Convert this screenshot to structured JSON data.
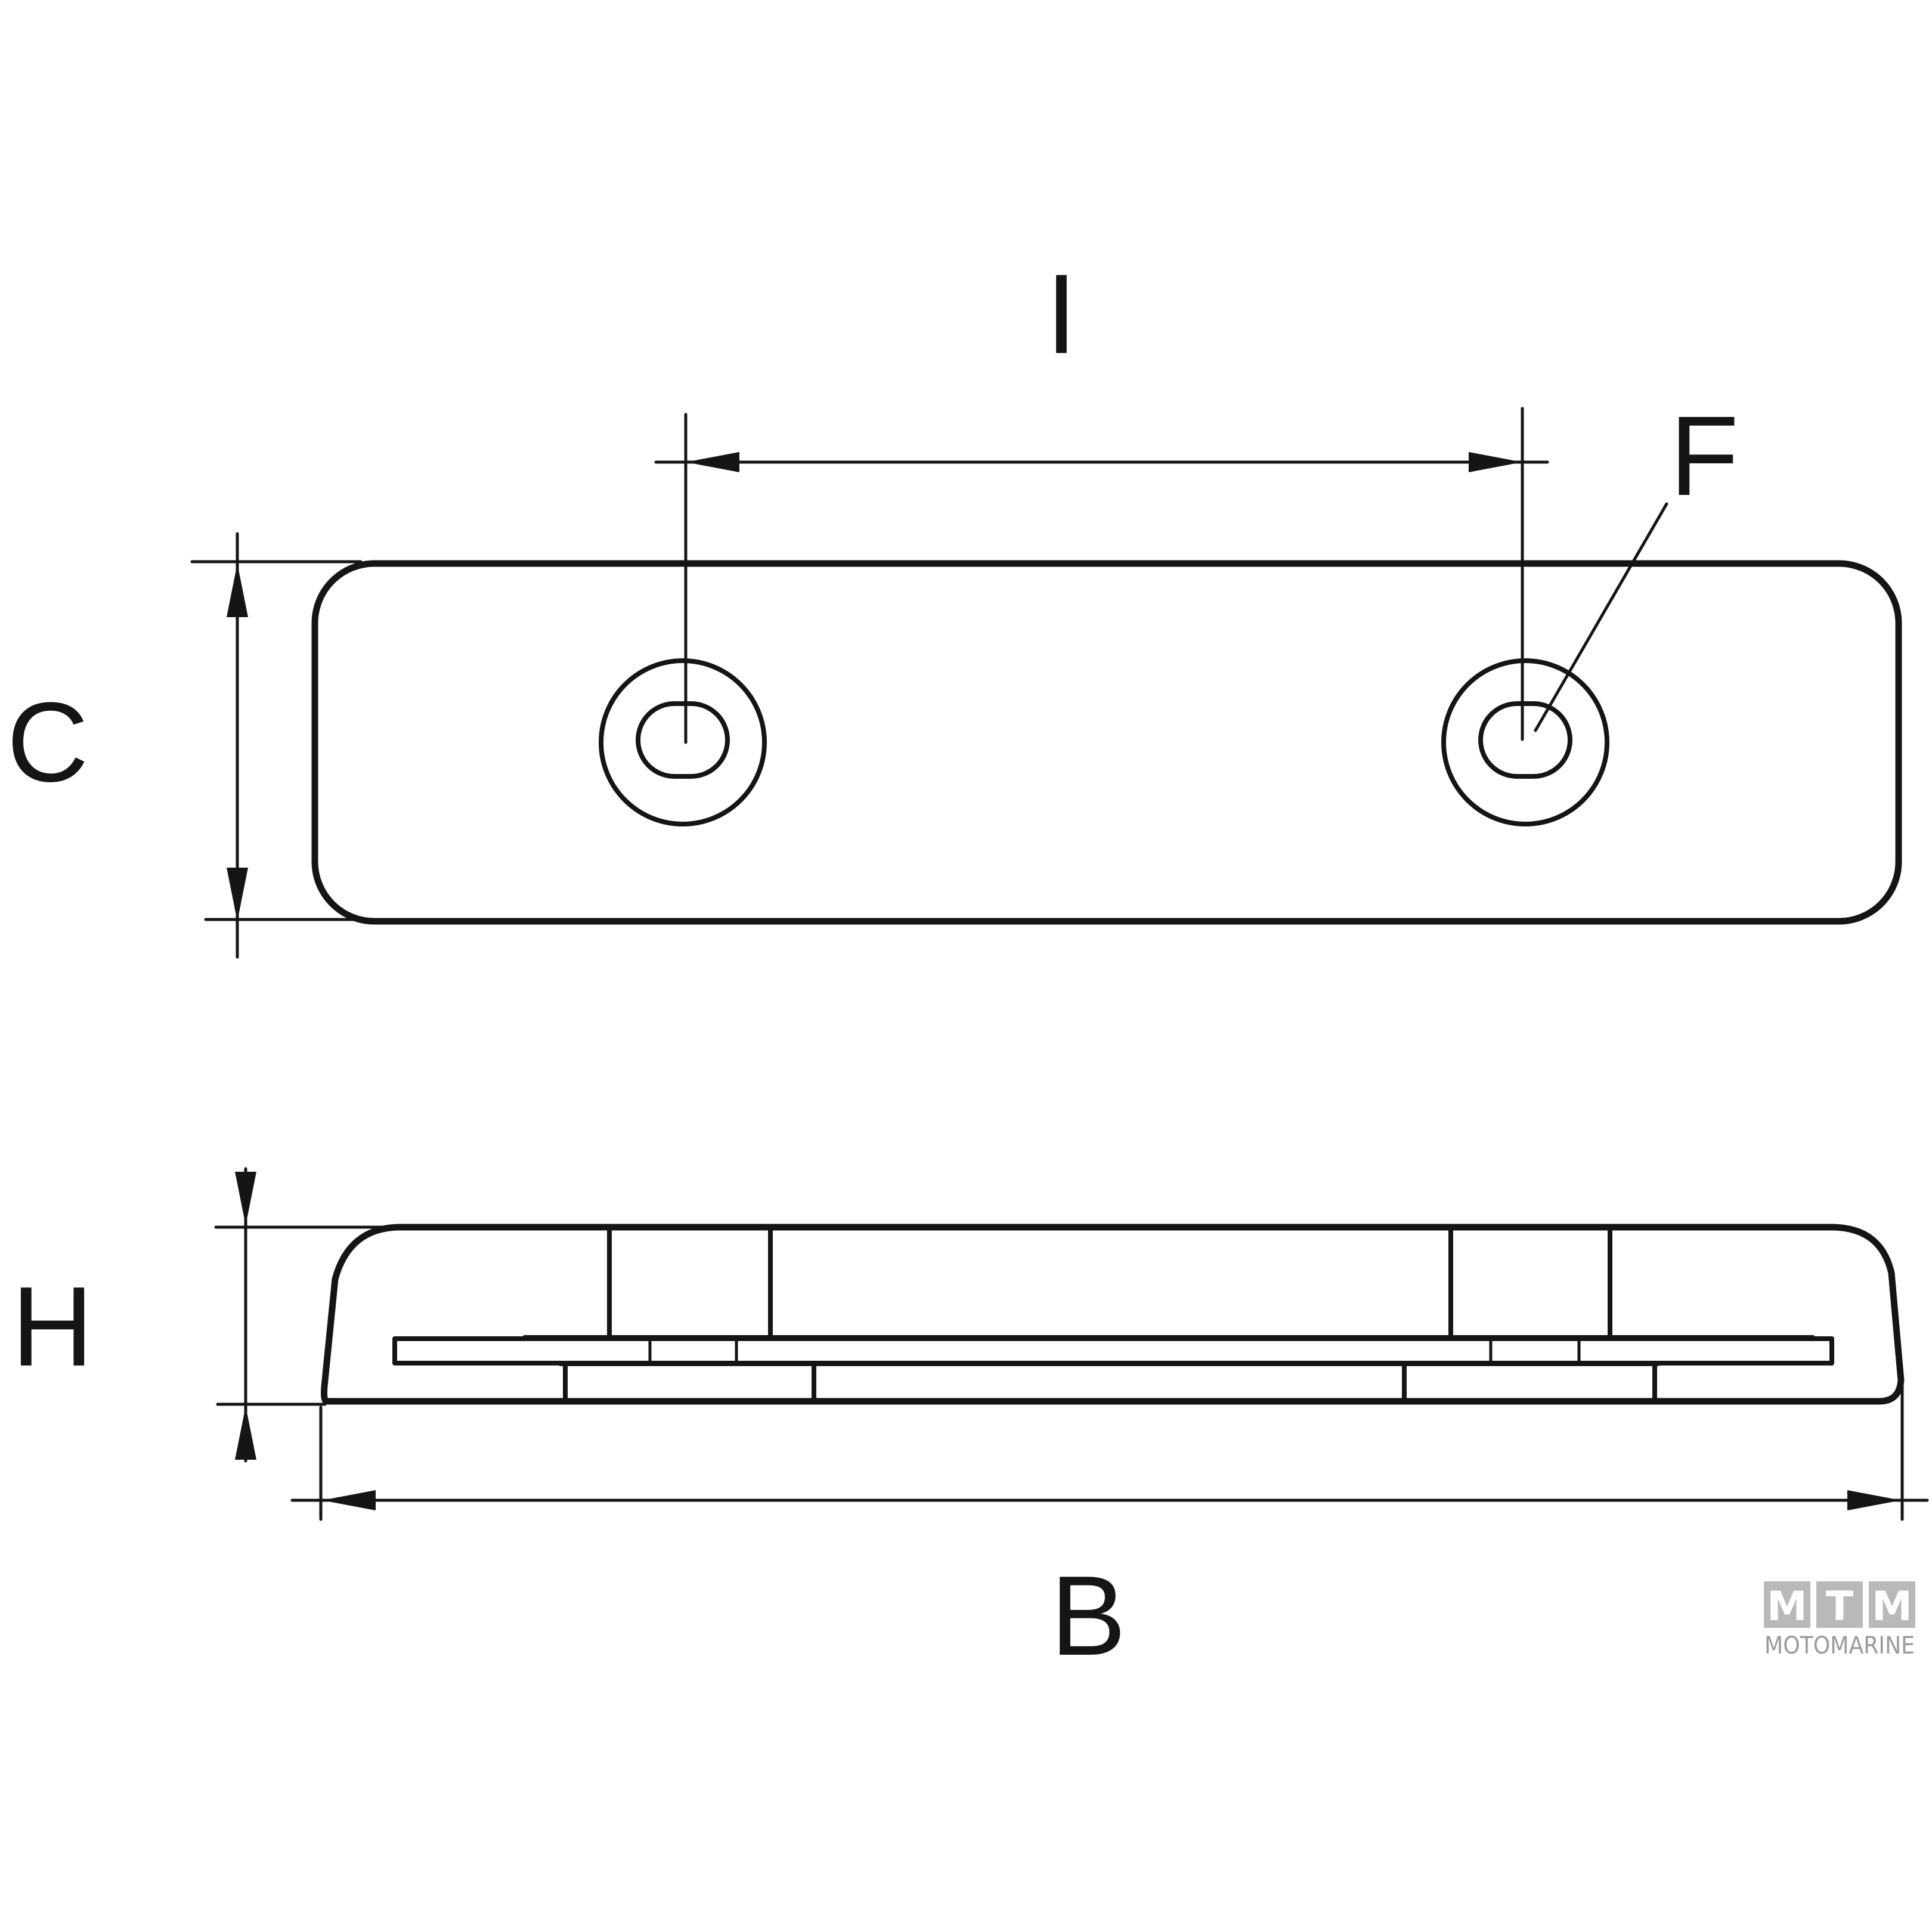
{
  "dimensions": {
    "hole_spacing_label": "I",
    "hole_label": "F",
    "width_label": "C",
    "height_label": "H",
    "length_label": "B"
  },
  "watermark": {
    "letters": [
      "M",
      "T",
      "M"
    ],
    "brand": "MOTOMARINE",
    "box_color": "#b9b9b9"
  },
  "colors": {
    "line": "#151515",
    "background": "#ffffff"
  }
}
